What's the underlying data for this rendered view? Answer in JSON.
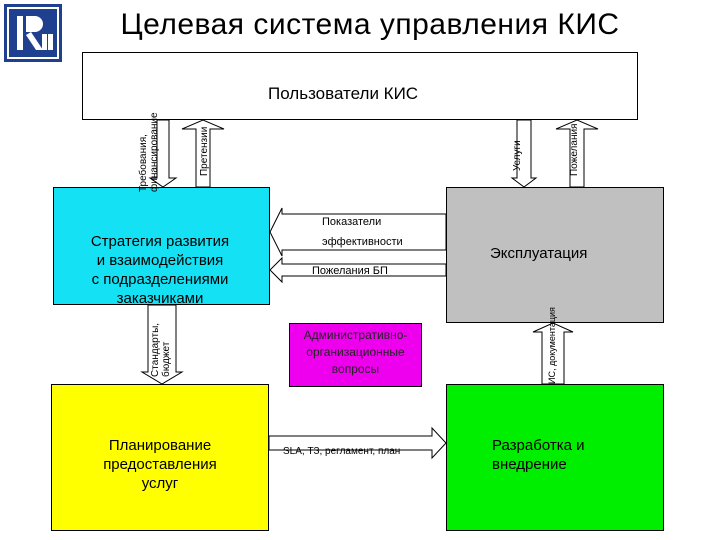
{
  "title": "Целевая система управления КИС",
  "users": {
    "label": "Пользователи КИС"
  },
  "strategy": {
    "lines": [
      "Стратегия развития",
      "и взаимодействия",
      "с подразделениями",
      "заказчиками"
    ]
  },
  "exploitation": {
    "label": "Эксплуатация"
  },
  "admin": {
    "lines": [
      "Административно-",
      "организационные",
      "вопросы"
    ]
  },
  "planning": {
    "lines": [
      "Планирование",
      "предоставления",
      "услуг"
    ]
  },
  "development": {
    "lines": [
      "Разработка и",
      "внедрение"
    ]
  },
  "arrows": {
    "requirements": [
      "Требования,",
      "финансирование"
    ],
    "claims": "Претензии",
    "services": "Услуги",
    "wishes": "Пожелания",
    "kpi": [
      "Показатели",
      "эффективности"
    ],
    "wishes_bp": "Пожелания БП",
    "standards": [
      "Стандарты,",
      "бюджет"
    ],
    "sla": "SLA, ТЗ, регламент, план",
    "is_docs": "ИС, документация"
  },
  "colors": {
    "strategy": "#15e1f5",
    "exploitation": "#c0c0c0",
    "admin": "#ee00ee",
    "planning": "#ffff00",
    "development": "#00ee00"
  }
}
